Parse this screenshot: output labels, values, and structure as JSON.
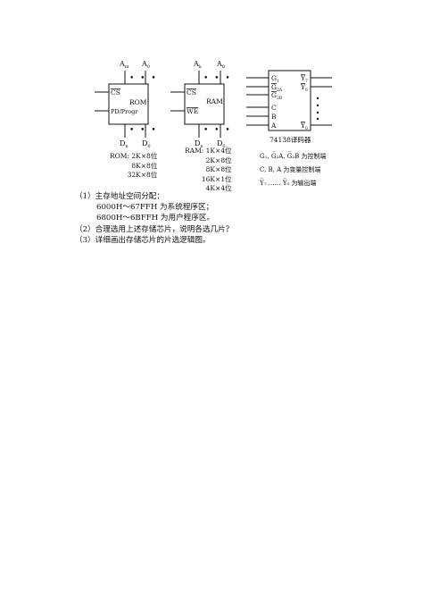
{
  "rom": {
    "addr_hi": "A",
    "addr_hi_sub": "m",
    "addr_lo": "A",
    "addr_lo_sub": "0",
    "pin_cs": "CS",
    "pin_pd": "PD/Progr",
    "name": "ROM",
    "data_hi": "D",
    "data_hi_sub": "n",
    "data_lo": "D",
    "data_lo_sub": "0",
    "options": [
      "ROM: 2K×8位",
      "8K×8位",
      "32K×8位"
    ]
  },
  "ram": {
    "addr_hi": "A",
    "addr_hi_sub": "k",
    "addr_lo": "A",
    "addr_lo_sub": "0",
    "pin_cs": "CS",
    "pin_we": "WE",
    "name": "RAM",
    "data_hi": "D",
    "data_hi_sub": "n",
    "data_lo": "D",
    "data_lo_sub": "0",
    "options": [
      "RAM: 1K×4位",
      "2K×8位",
      "8K×8位",
      "16K×1位",
      "4K×4位"
    ]
  },
  "decoder": {
    "in_g1": "G",
    "in_g1_sub": "1",
    "in_g2a": "G",
    "in_g2a_sub": "2A",
    "in_g2b": "G",
    "in_g2b_sub": "2B",
    "in_c": "C",
    "in_b": "B",
    "in_a": "A",
    "out_y7": "Y",
    "out_y7_sub": "7",
    "out_y6": "Y",
    "out_y6_sub": "6",
    "out_y0": "Y",
    "out_y0_sub": "0",
    "caption": "74138译码器",
    "note_control": "G₁, G̅₂A, G̅₂B 为控制端",
    "note_variable": "C, B, A 为变量控制端",
    "note_output": "Y̅₇ …… Y̅₀ 为输出端"
  },
  "questions": [
    "（1）主存地址空间分配：",
    "6000H～67FFH 为系统程序区；",
    "6800H～6BFFH 为用户程序区。",
    "（2）合理选用上述存储芯片，说明各选几片？",
    "（3）详细画出存储芯片的片选逻辑图。"
  ]
}
